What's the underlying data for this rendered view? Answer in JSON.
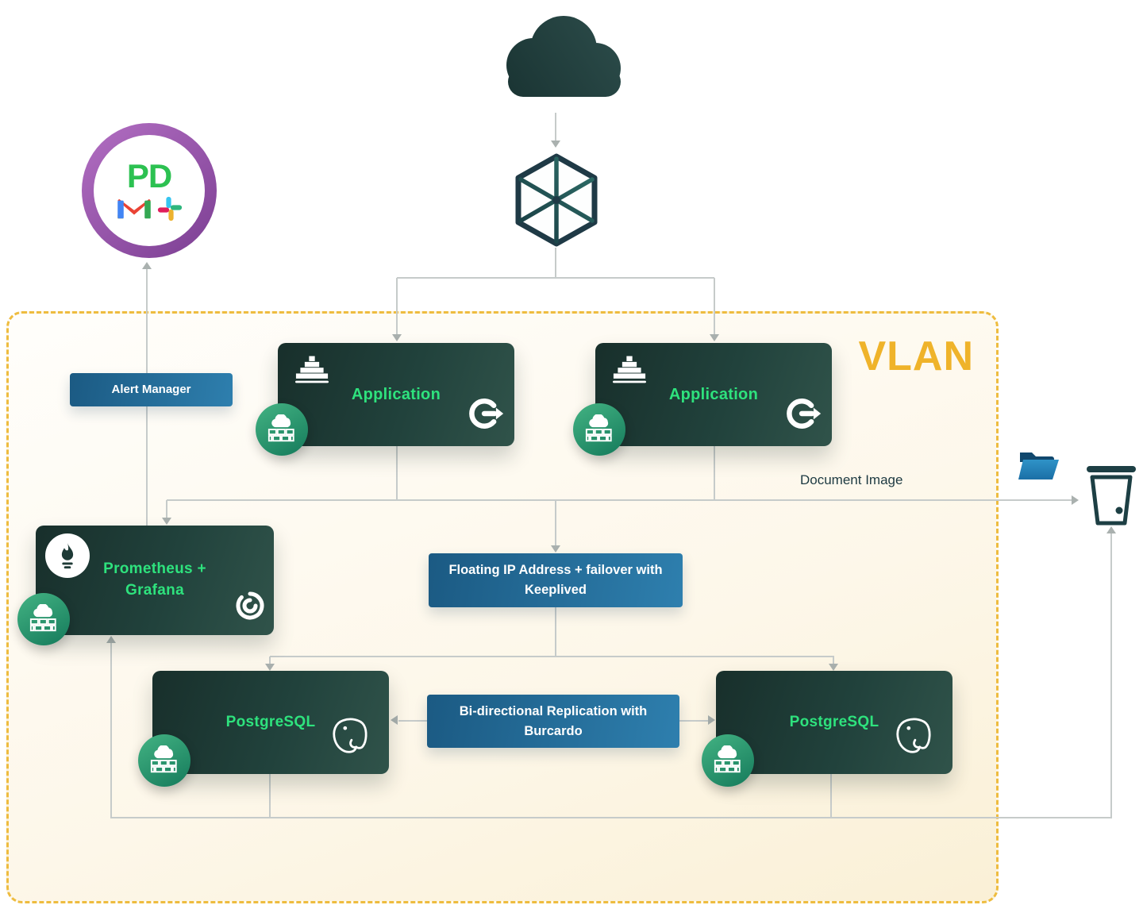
{
  "diagram": {
    "vlan_label": "VLAN",
    "document_image_label": "Document Image",
    "external_alerting": {
      "pagerduty_text": "PD",
      "icons": [
        "pagerduty-icon",
        "gmail-icon",
        "slack-icon"
      ]
    },
    "nodes": {
      "alert_manager": {
        "label": "Alert Manager"
      },
      "application_1": {
        "label": "Application"
      },
      "application_2": {
        "label": "Application"
      },
      "prometheus_grafana": {
        "label": "Prometheus + Grafana"
      },
      "floating_ip": {
        "label": "Floating IP Address + failover with Keeplived"
      },
      "replication": {
        "label": "Bi-directional Replication with Burcardo"
      },
      "postgresql_1": {
        "label": "PostgreSQL"
      },
      "postgresql_2": {
        "label": "PostgreSQL"
      }
    },
    "icons": {
      "internet": "cloud-icon",
      "network_hub": "network-cube-icon",
      "application": "pyramid-icon",
      "language": "golang-icon",
      "container_badge": "cloud-bricks-badge-icon",
      "monitoring": "prometheus-icon",
      "dashboards": "grafana-icon",
      "database": "postgresql-elephant-icon",
      "documents": "folder-icon",
      "object_storage": "bucket-icon",
      "email": "gmail-icon",
      "chat": "slack-icon"
    },
    "colors": {
      "accent_green": "#2EE27D",
      "vlan_gold": "#EFB32A",
      "dark_box_start": "#182F2B",
      "dark_box_end": "#30534A",
      "blue_box_start": "#1B5A83",
      "blue_box_end": "#2E7FAE",
      "connector_gray": "#C6CBCA",
      "badge_green_start": "#43B383",
      "badge_green_end": "#157A5B",
      "pagerduty_purple_start": "#B36FC3",
      "pagerduty_purple_end": "#7B3E92",
      "pagerduty_green": "#2CC151"
    }
  }
}
